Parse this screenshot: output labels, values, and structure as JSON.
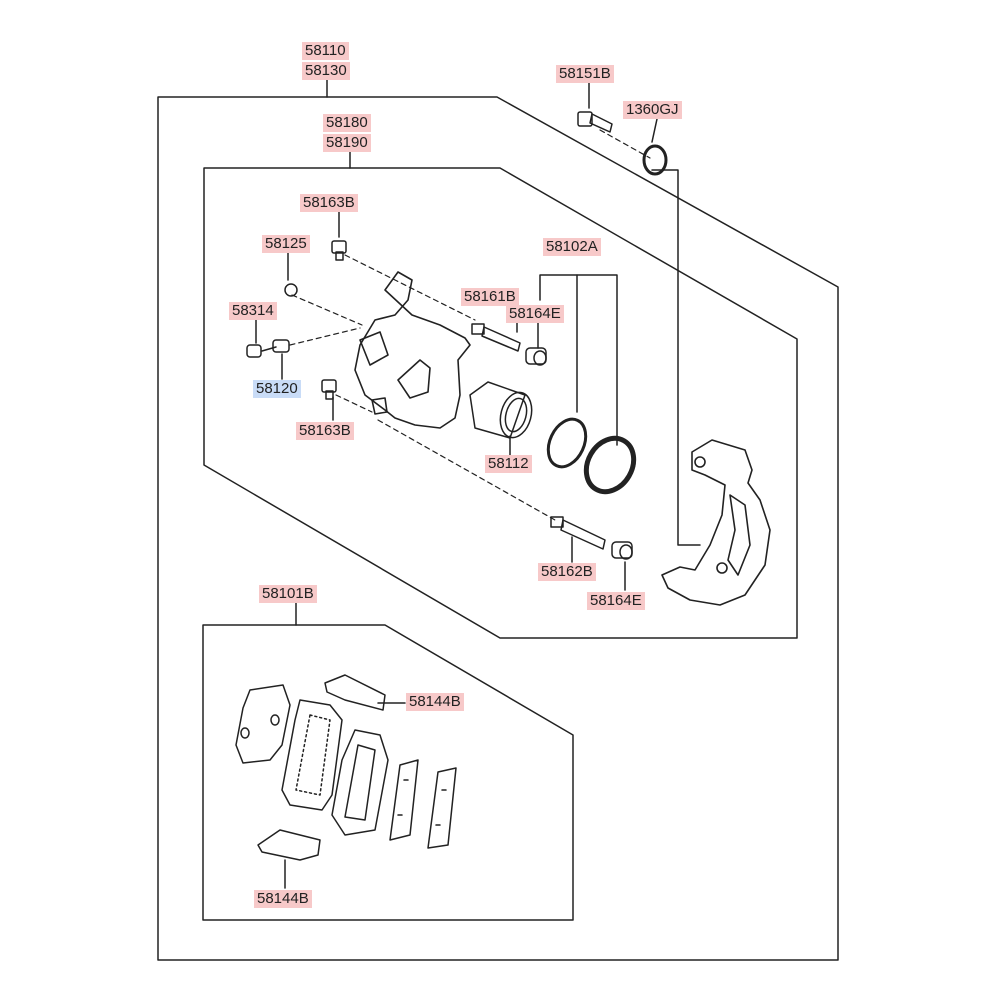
{
  "labels": {
    "l58110": "58110",
    "l58130": "58130",
    "l58151B": "58151B",
    "l1360GJ": "1360GJ",
    "l58180": "58180",
    "l58190": "58190",
    "l58163B_top": "58163B",
    "l58125": "58125",
    "l58102A": "58102A",
    "l58161B": "58161B",
    "l58164E_top": "58164E",
    "l58314": "58314",
    "l58120": "58120",
    "l58163B_bot": "58163B",
    "l58112": "58112",
    "l58162B": "58162B",
    "l58164E_bot": "58164E",
    "l58101B": "58101B",
    "l58144B_top": "58144B",
    "l58144B_bot": "58144B"
  },
  "colors": {
    "label_bg": "#f7c9c9",
    "highlight_bg": "#c9dcf7",
    "line": "#222222"
  }
}
